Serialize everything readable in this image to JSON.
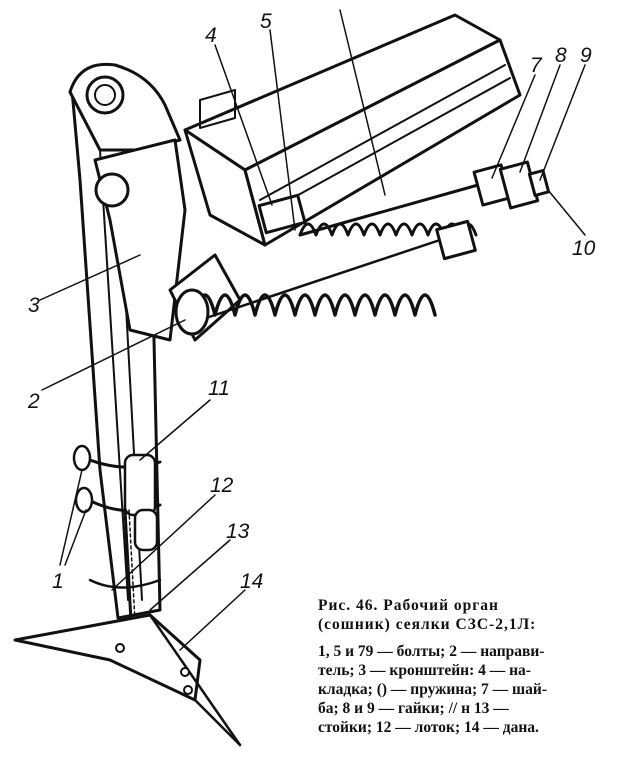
{
  "figure": {
    "callouts": [
      {
        "id": "1",
        "text": "1"
      },
      {
        "id": "2",
        "text": "2"
      },
      {
        "id": "3",
        "text": "3"
      },
      {
        "id": "4",
        "text": "4"
      },
      {
        "id": "5",
        "text": "5"
      },
      {
        "id": "7",
        "text": "7"
      },
      {
        "id": "8",
        "text": "8"
      },
      {
        "id": "9",
        "text": "9"
      },
      {
        "id": "10",
        "text": "10"
      },
      {
        "id": "11",
        "text": "11"
      },
      {
        "id": "12",
        "text": "12"
      },
      {
        "id": "13",
        "text": "13"
      },
      {
        "id": "14",
        "text": "14"
      }
    ]
  },
  "caption": {
    "title_line1": "Рис.   46.   Рабочий   орган",
    "title_line2": "(сошник)  сеялки  СЗС-2,1Л:",
    "legend_lines": [
      "1, 5 и 79 — болты; 2 — направи-",
      "тель;  3 — кронштейн:  4 — на-",
      "кладка;  () — пружина;  7 — шай-",
      "ба;  8  и  9 — гайки;  // н  13 —",
      "стойки;  12 — лоток;  14 — дана."
    ]
  }
}
